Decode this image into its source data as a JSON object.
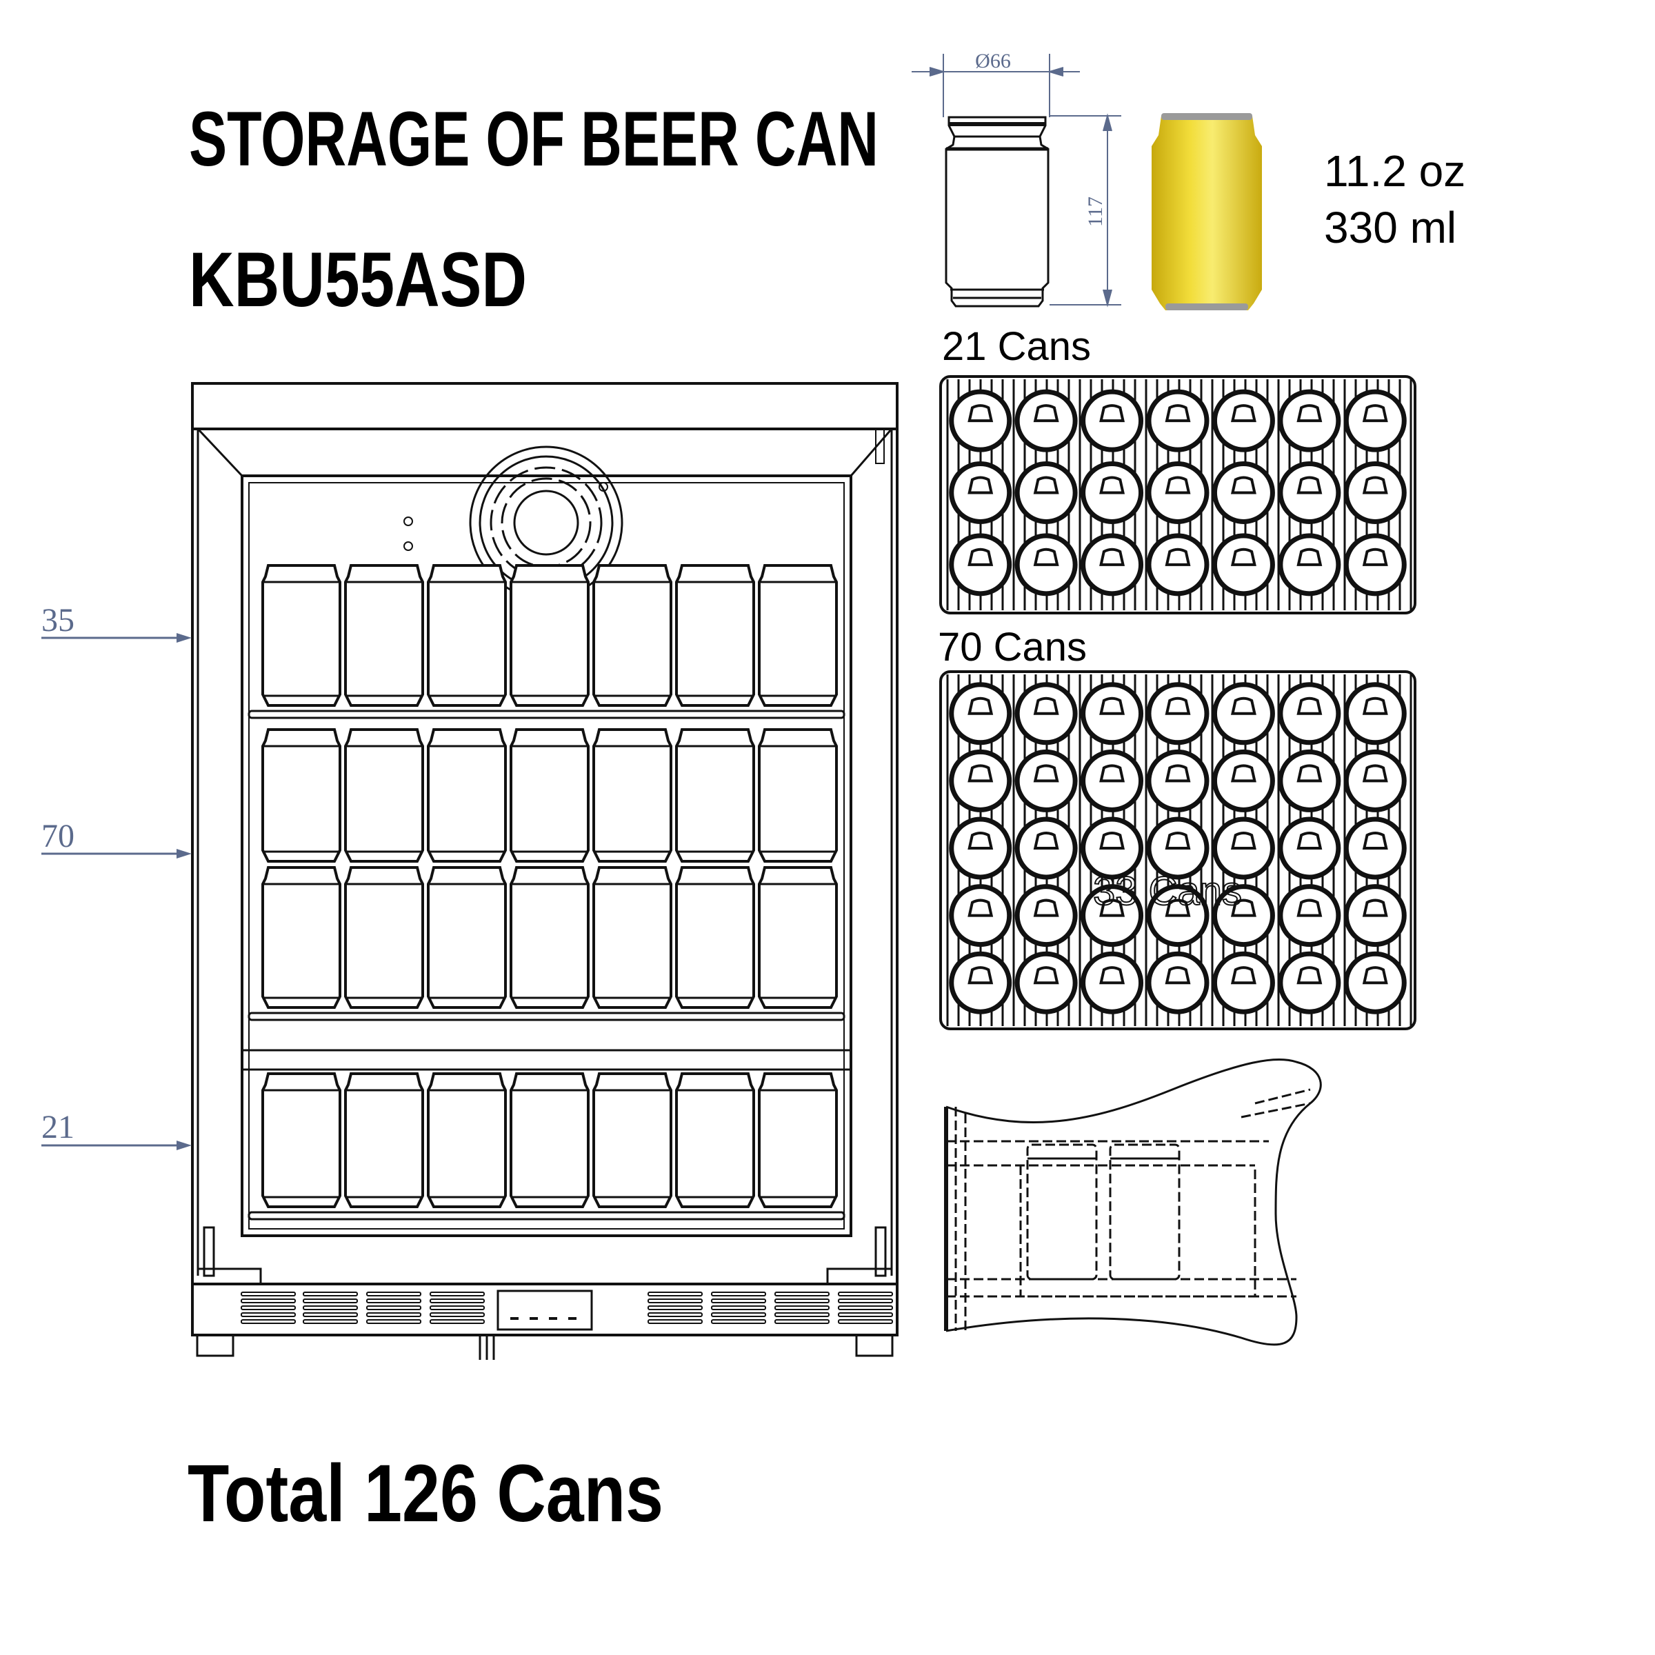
{
  "title": "STORAGE OF BEER CAN",
  "model": "KBU55ASD",
  "can_spec": {
    "diameter_label": "Ø66",
    "height_label": "117",
    "volume_oz": "11.2 oz",
    "volume_ml": "330 ml",
    "can_color": "#e6cc1a"
  },
  "trays": [
    {
      "label": "21 Cans",
      "rows": 3,
      "cols": 7
    },
    {
      "label": "70 Cans",
      "rows": 5,
      "cols": 7,
      "overlay_label": "33 Cans"
    }
  ],
  "shelf_markers": [
    {
      "label": "35"
    },
    {
      "label": "70"
    },
    {
      "label": "21"
    }
  ],
  "fridge": {
    "can_rows": 4,
    "cans_per_row": 7
  },
  "total": "Total 126 Cans",
  "colors": {
    "dimension": "#5b6a8c",
    "line": "#111111"
  }
}
